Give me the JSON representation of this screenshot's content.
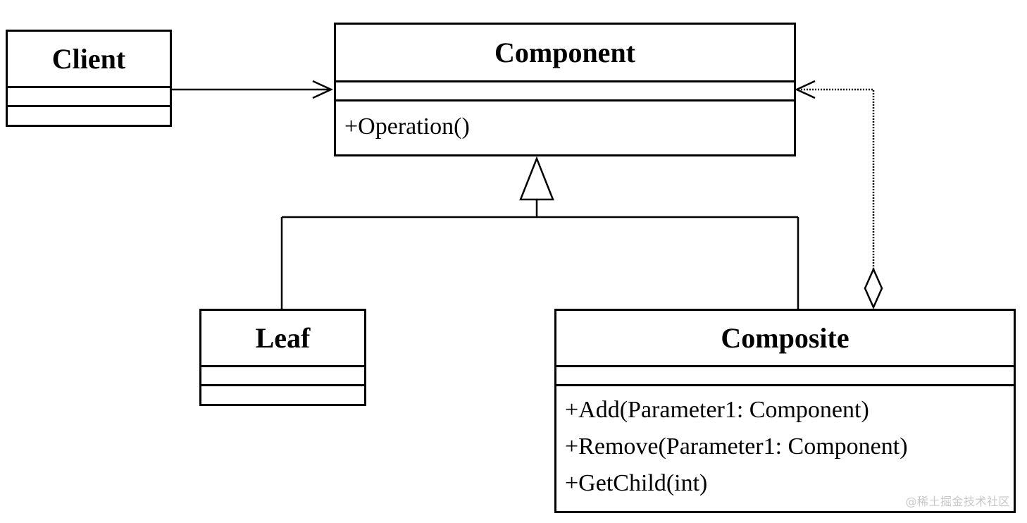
{
  "classes": {
    "client": {
      "name": "Client",
      "methods": []
    },
    "component": {
      "name": "Component",
      "methods": [
        "+Operation()"
      ]
    },
    "leaf": {
      "name": "Leaf",
      "methods": []
    },
    "composite": {
      "name": "Composite",
      "methods": [
        "+Add(Parameter1: Component)",
        "+Remove(Parameter1: Component)",
        "+GetChild(int)"
      ]
    }
  },
  "relationships": [
    {
      "type": "association",
      "from": "Client",
      "to": "Component"
    },
    {
      "type": "generalization",
      "from": "Leaf",
      "to": "Component"
    },
    {
      "type": "generalization",
      "from": "Composite",
      "to": "Component"
    },
    {
      "type": "aggregation",
      "from": "Composite",
      "to": "Component"
    }
  ],
  "watermark": "@稀土掘金技术社区"
}
